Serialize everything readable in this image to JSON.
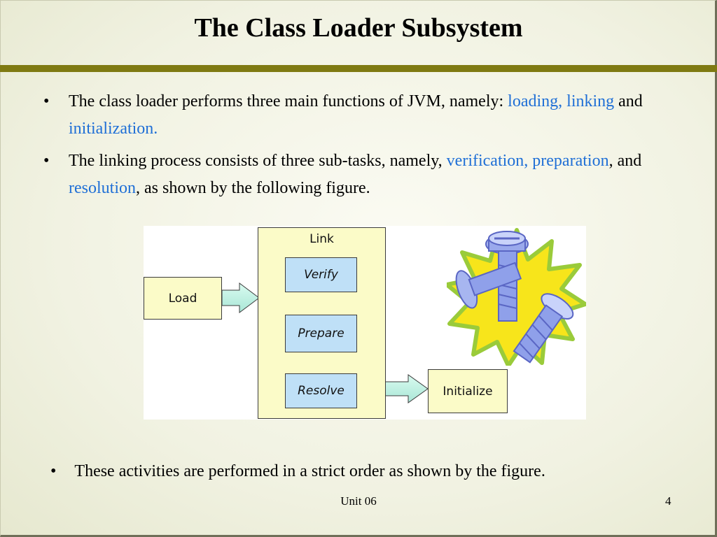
{
  "slide": {
    "title": "The Class Loader Subsystem",
    "footer_center": "Unit 06",
    "page_number": "4"
  },
  "bullets": [
    {
      "parts": [
        {
          "text": "The class loader performs three main functions of JVM, namely: ",
          "highlight": false
        },
        {
          "text": "loading, linking",
          "highlight": true
        },
        {
          "text": " and ",
          "highlight": false
        },
        {
          "text": "initialization.",
          "highlight": true
        }
      ]
    },
    {
      "parts": [
        {
          "text": "The linking process consists of three sub-tasks, namely, ",
          "highlight": false
        },
        {
          "text": "verification, preparation",
          "highlight": true
        },
        {
          "text": ", and ",
          "highlight": false
        },
        {
          "text": "resolution",
          "highlight": true
        },
        {
          "text": ", as shown by the following figure.",
          "highlight": false
        }
      ]
    }
  ],
  "bottom_bullet": "These activities are performed in a strict order as shown by the figure.",
  "bullet_char": "•",
  "diagram": {
    "load": "Load",
    "link": "Link",
    "verify": "Verify",
    "prepare": "Prepare",
    "resolve": "Resolve",
    "initialize": "Initialize"
  },
  "colors": {
    "highlight": "#1f6fd6",
    "title_rule": "#7f7a12",
    "box_yellow": "#fbfbc8",
    "box_blue": "#bfe0f7",
    "arrow_fill": "#c6f2e6"
  },
  "clipart": "bolts-and-starburst-icon"
}
